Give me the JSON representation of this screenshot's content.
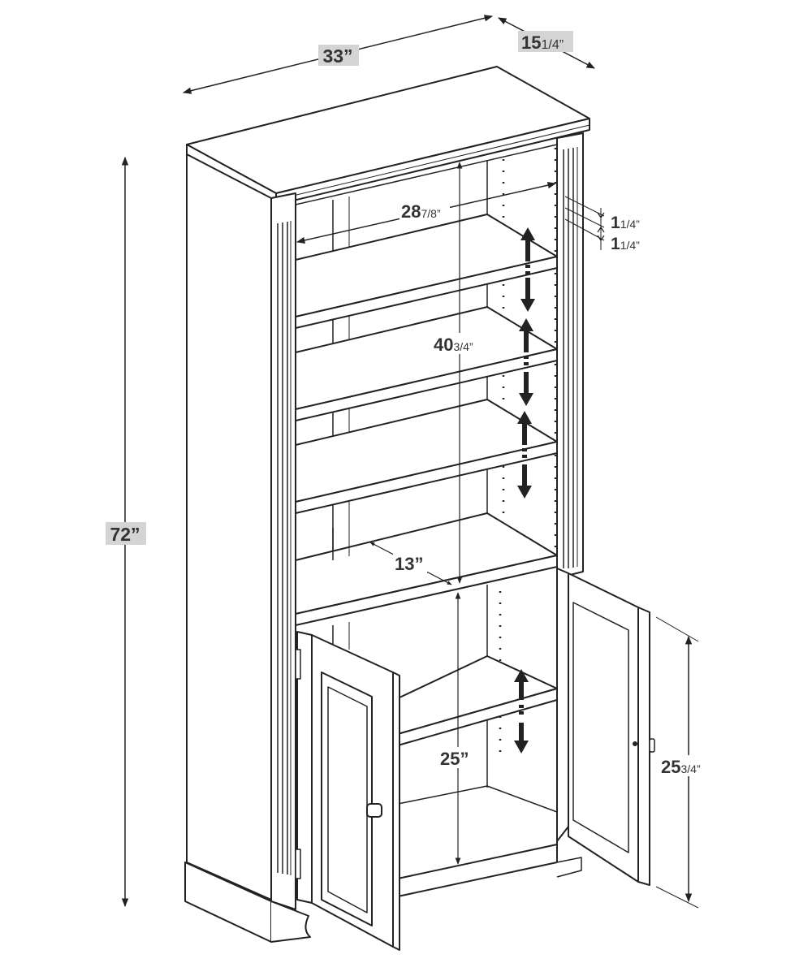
{
  "diagram": {
    "subject": "bookcase-with-doors",
    "colors": {
      "line": "#222222",
      "label_box": "#d4d4d4",
      "text": "#333333"
    },
    "dimensions": {
      "width": {
        "whole": "33",
        "frac": "",
        "mark": "”"
      },
      "depth": {
        "whole": "15",
        "frac": "1/4",
        "mark": "”"
      },
      "height": {
        "whole": "72",
        "frac": "",
        "mark": "”"
      },
      "inner_width": {
        "whole": "28",
        "frac": "7/8",
        "mark": "”"
      },
      "trim_upper": {
        "whole": "1",
        "frac": "1/4",
        "mark": "”"
      },
      "trim_lower": {
        "whole": "1",
        "frac": "1/4",
        "mark": "”"
      },
      "upper_opening_height": {
        "whole": "40",
        "frac": "3/4",
        "mark": "”"
      },
      "shelf_depth": {
        "whole": "13",
        "frac": "",
        "mark": "”"
      },
      "lower_opening_height": {
        "whole": "25",
        "frac": "",
        "mark": "”"
      },
      "door_height": {
        "whole": "25",
        "frac": "3/4",
        "mark": "”"
      }
    },
    "adjustable_shelf_arrows": 4
  }
}
